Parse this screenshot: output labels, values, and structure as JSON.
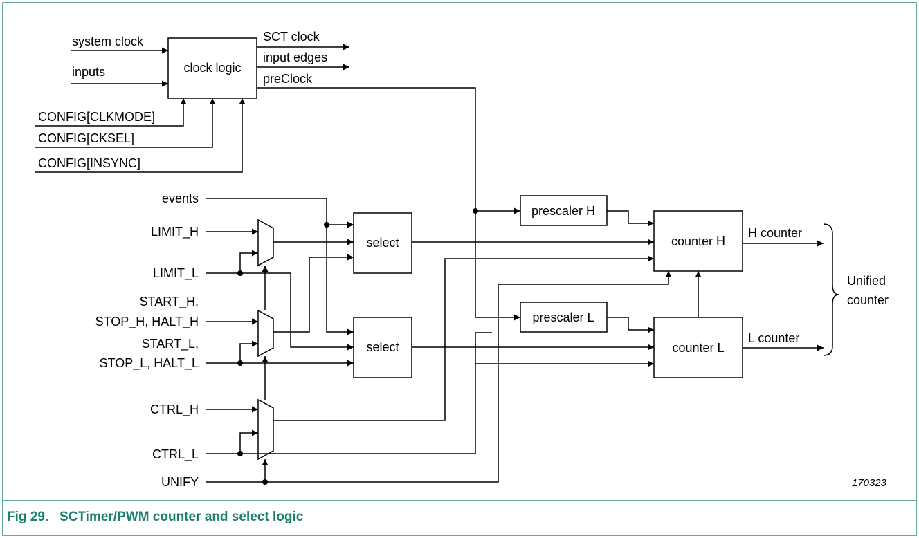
{
  "colors": {
    "frame": "#2e8b7a",
    "caption": "#1a7f6b",
    "ink": "#000000"
  },
  "blocks": {
    "clock_logic": "clock logic",
    "prescaler_h": "prescaler H",
    "prescaler_l": "prescaler L",
    "select_top": "select",
    "select_bottom": "select",
    "counter_h": "counter H",
    "counter_l": "counter L"
  },
  "inputs": {
    "system_clock": "system clock",
    "inputs": "inputs",
    "config_clkmode": "CONFIG[CLKMODE]",
    "config_cksel": "CONFIG[CKSEL]",
    "config_insync": "CONFIG[INSYNC]",
    "events": "events",
    "limit_h": "LIMIT_H",
    "limit_l": "LIMIT_L",
    "start_h_1": "START_H,",
    "start_h_2": "STOP_H, HALT_H",
    "start_l_1": "START_L,",
    "start_l_2": "STOP_L, HALT_L",
    "ctrl_h": "CTRL_H",
    "ctrl_l": "CTRL_L",
    "unify": "UNIFY"
  },
  "outputs": {
    "sct_clock": "SCT clock",
    "input_edges": "input edges",
    "preclock": "preClock",
    "h_counter": "H counter",
    "l_counter": "L counter",
    "unified_1": "Unified",
    "unified_2": "counter"
  },
  "figure_number": "170323",
  "caption": "Fig 29.   SCTimer/PWM counter and select logic"
}
